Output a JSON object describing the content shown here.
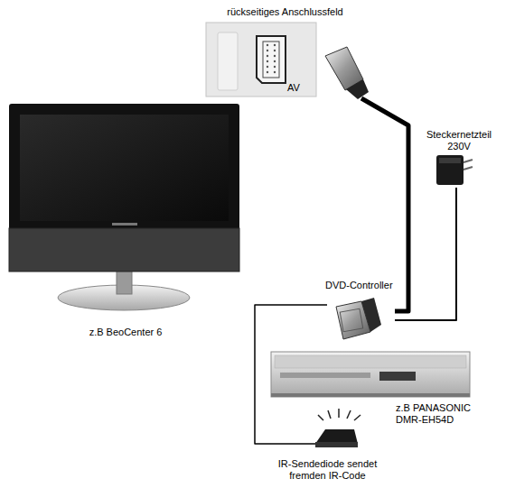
{
  "diagram": {
    "nodes": [
      {
        "text": [
          "rückseitiges Anschlussfeld",
          "AV"
        ]
      },
      {
        "text": [
          "Steckernetzteil 230V"
        ]
      },
      {
        "text": [
          "DVD-Controller"
        ]
      },
      {
        "text": [
          "z.B BeoCenter 6"
        ]
      },
      {
        "text": [
          "z.B PANASONIC DMR-EH54D"
        ]
      },
      {
        "text": [
          "IR-Sendediode sendet fremden IR-Code"
        ]
      }
    ],
    "edges": [
      {
        "from": 0,
        "to": 2,
        "arrow": "none"
      },
      {
        "from": 1,
        "to": 2,
        "arrow": "none"
      },
      {
        "from": 2,
        "to": 5,
        "arrow": "none"
      }
    ]
  }
}
